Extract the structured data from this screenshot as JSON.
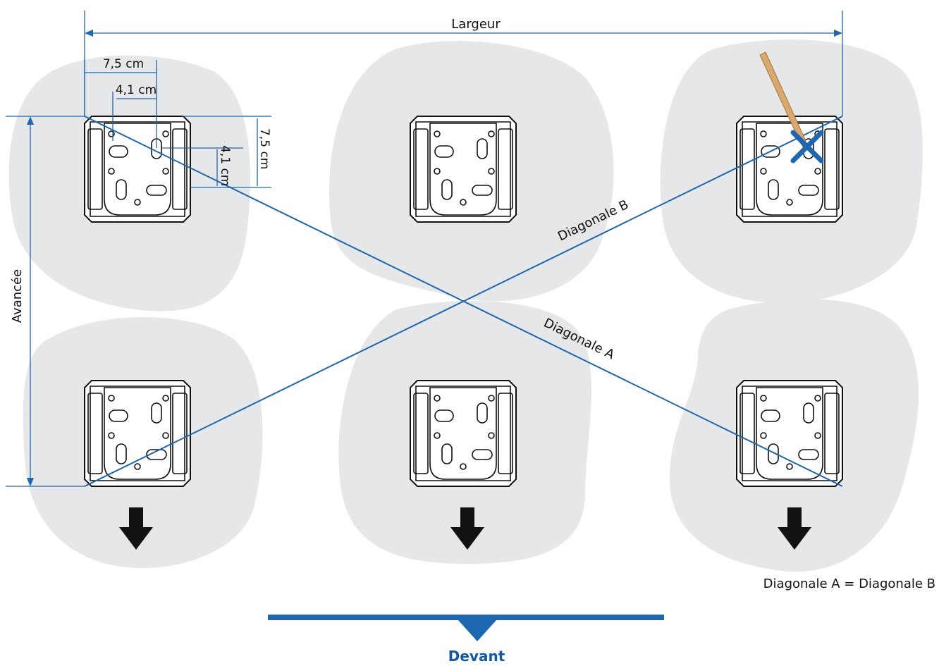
{
  "labels": {
    "largeur": "Largeur",
    "avancee": "Avancée",
    "diag_a": "Diagonale A",
    "diag_b": "Diagonale B",
    "dim_75_h": "7,5 cm",
    "dim_41_h": "4,1 cm",
    "dim_75_v": "7,5 cm",
    "dim_41_v": "4,1 cm",
    "equation": "Diagonale A = Diagonale B",
    "front": "Devant"
  },
  "colors": {
    "accent": "#1d66b0",
    "pad": "#e6e7e8",
    "pencil": "#d9a86c"
  },
  "icons": {
    "direction": "down-arrow-icon",
    "mark": "x-mark-icon",
    "pencil": "pencil-icon"
  }
}
